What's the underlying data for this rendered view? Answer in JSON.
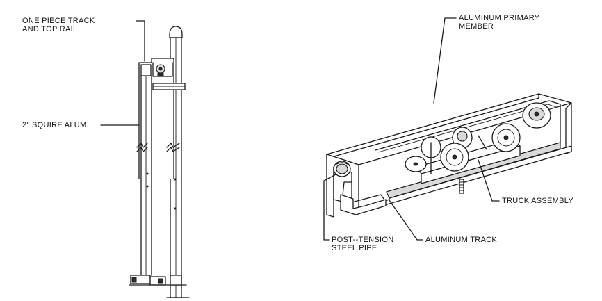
{
  "labels": {
    "one_piece_track": "ONE PIECE TRACK",
    "and_top_rail": "AND TOP RAIL",
    "square_alum": "2\" SQUIRE ALUM.",
    "aluminum_primary": "ALUMINUM PRIMARY",
    "member": "MEMBER",
    "truck_assembly": "TRUCK ASSEMBLY",
    "post_tension": "POST--TENSION",
    "steel_pipe": "STEEL PIPE",
    "aluminum_track": "ALUMINUM TRACK"
  }
}
